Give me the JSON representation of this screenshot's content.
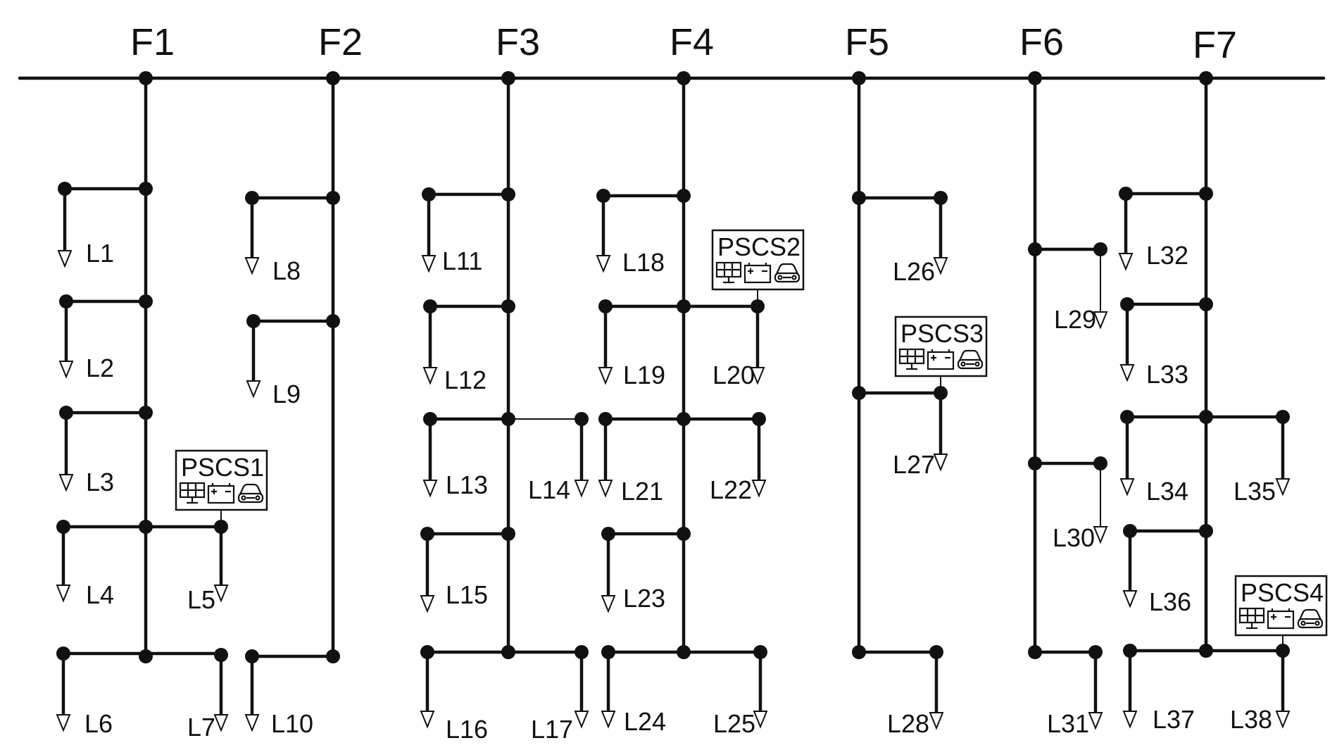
{
  "feeders": [
    "F1",
    "F2",
    "F3",
    "F4",
    "F5",
    "F6",
    "F7"
  ],
  "loads": [
    "L1",
    "L2",
    "L3",
    "L4",
    "L5",
    "L6",
    "L7",
    "L8",
    "L9",
    "L10",
    "L11",
    "L12",
    "L13",
    "L14",
    "L15",
    "L16",
    "L17",
    "L18",
    "L19",
    "L20",
    "L21",
    "L22",
    "L23",
    "L24",
    "L25",
    "L26",
    "L27",
    "L28",
    "L29",
    "L30",
    "L31",
    "L32",
    "L33",
    "L34",
    "L35",
    "L36",
    "L37",
    "L38"
  ],
  "stations": [
    {
      "label": "PSCS1",
      "icons": [
        "solar-panel-icon",
        "battery-icon",
        "car-icon"
      ]
    },
    {
      "label": "PSCS2",
      "icons": [
        "solar-panel-icon",
        "battery-icon",
        "car-icon"
      ]
    },
    {
      "label": "PSCS3",
      "icons": [
        "solar-panel-icon",
        "battery-icon",
        "car-icon"
      ]
    },
    {
      "label": "PSCS4",
      "icons": [
        "solar-panel-icon",
        "battery-icon",
        "car-icon"
      ]
    }
  ],
  "colors": {
    "line": "#111111",
    "background": "#ffffff"
  }
}
